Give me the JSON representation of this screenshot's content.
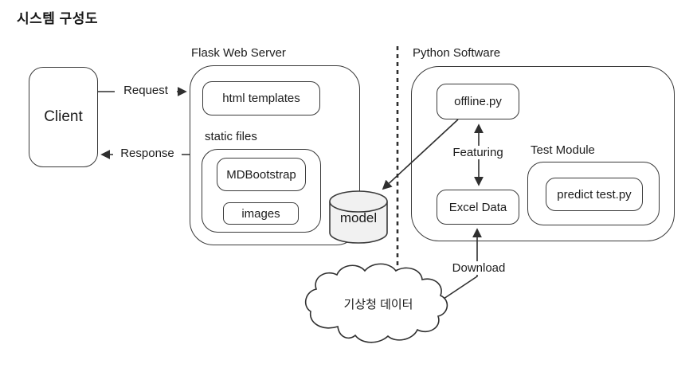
{
  "title": "시스템 구성도",
  "colors": {
    "stroke": "#2f2f2f",
    "text": "#1c1c1c",
    "cylinder_fill": "#f1f1f1",
    "background": "#ffffff"
  },
  "client": {
    "label": "Client"
  },
  "flask": {
    "label": "Flask Web Server",
    "html_templates": "html templates",
    "static_files_label": "static files",
    "mdbootstrap": "MDBootstrap",
    "images": "images"
  },
  "model": {
    "label": "model"
  },
  "python": {
    "label": "Python Software",
    "offline": "offline.py",
    "excel": "Excel Data",
    "test_module_label": "Test Module",
    "predict": "predict test.py"
  },
  "arrows": {
    "request": "Request",
    "response": "Response",
    "featuring": "Featuring",
    "download": "Download"
  },
  "cloud": {
    "label": "기상청 데이터"
  }
}
